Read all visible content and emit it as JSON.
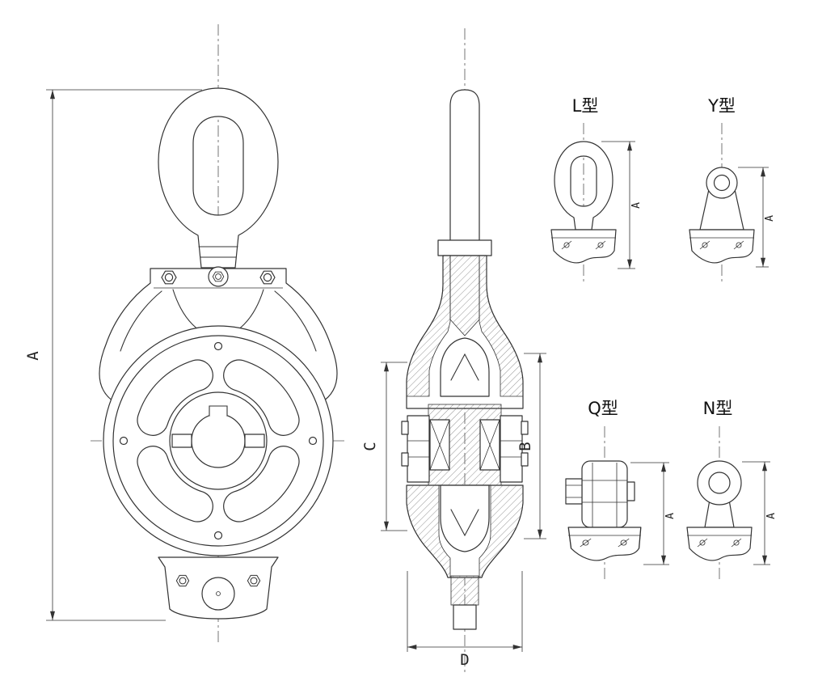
{
  "colors": {
    "line": "#333333",
    "background": "#ffffff"
  },
  "drawing": {
    "main_dim": "A",
    "section_dims": {
      "b": "B",
      "c": "C",
      "d": "D"
    },
    "variants": {
      "l": {
        "label": "L型",
        "dim": "A"
      },
      "y": {
        "label": "Y型",
        "dim": "A"
      },
      "q": {
        "label": "Q型",
        "dim": "A"
      },
      "n": {
        "label": "N型",
        "dim": "A"
      }
    }
  }
}
